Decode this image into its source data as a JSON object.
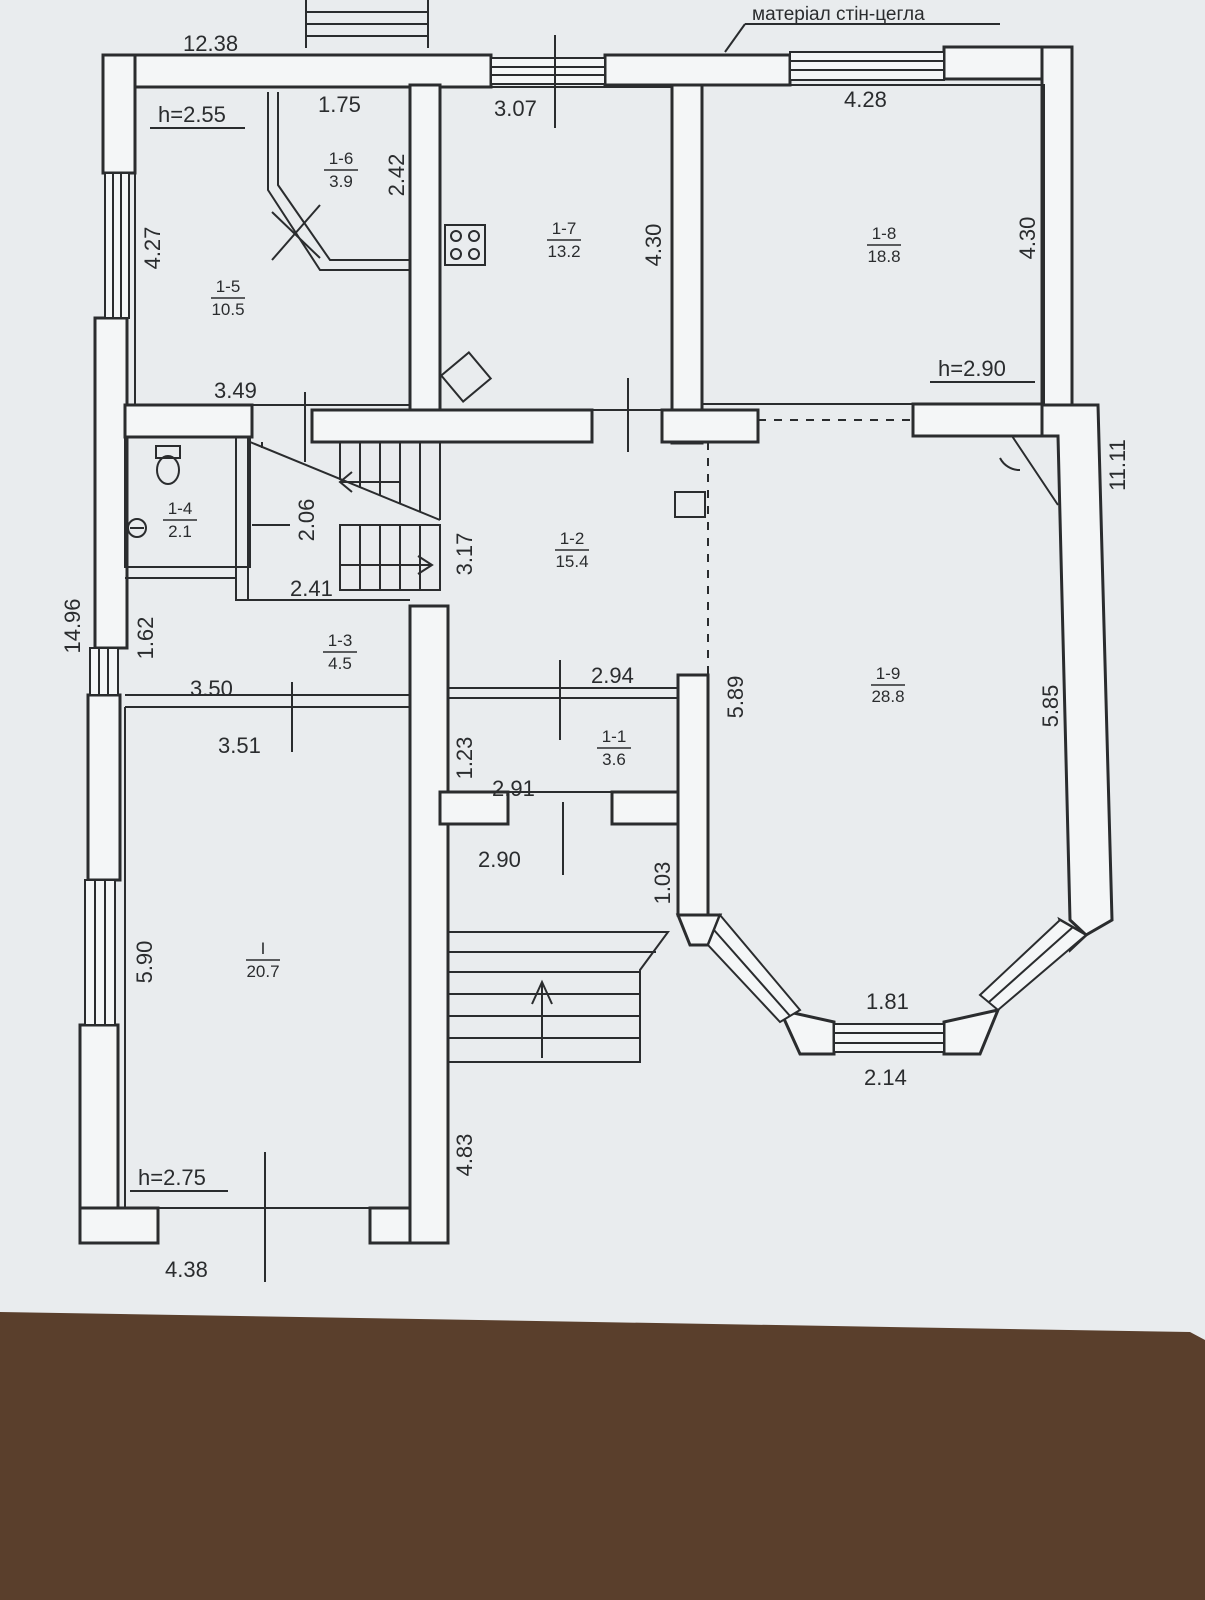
{
  "note": "матеріал стін-цегла",
  "heights": {
    "left": "h=2.55",
    "right": "h=2.90",
    "garage": "h=2.75"
  },
  "rooms": {
    "r1_1": {
      "id": "1-1",
      "area": "3.6"
    },
    "r1_2": {
      "id": "1-2",
      "area": "15.4"
    },
    "r1_3": {
      "id": "1-3",
      "area": "4.5"
    },
    "r1_4": {
      "id": "1-4",
      "area": "2.1"
    },
    "r1_5": {
      "id": "1-5",
      "area": "10.5"
    },
    "r1_6": {
      "id": "1-6",
      "area": "3.9"
    },
    "r1_7": {
      "id": "1-7",
      "area": "13.2"
    },
    "r1_8": {
      "id": "1-8",
      "area": "18.8"
    },
    "r1_9": {
      "id": "1-9",
      "area": "28.8"
    },
    "garage": {
      "id": "I",
      "area": "20.7"
    }
  },
  "dims": {
    "d_12_38": "12.38",
    "d_1_75": "1.75",
    "d_3_07": "3.07",
    "d_4_28": "4.28",
    "d_4_27": "4.27",
    "d_2_42": "2.42",
    "d_4_30_k": "4.30",
    "d_4_30_r": "4.30",
    "d_3_49": "3.49",
    "d_11_11": "11.11",
    "d_2_06": "2.06",
    "d_3_17": "3.17",
    "d_2_41": "2.41",
    "d_14_96": "14.96",
    "d_1_62": "1.62",
    "d_3_50": "3.50",
    "d_2_94": "2.94",
    "d_5_89": "5.89",
    "d_5_85": "5.85",
    "d_3_51": "3.51",
    "d_1_23": "1.23",
    "d_2_91": "2.91",
    "d_2_90": "2.90",
    "d_1_03": "1.03",
    "d_5_90": "5.90",
    "d_1_81": "1.81",
    "d_2_14": "2.14",
    "d_4_83": "4.83",
    "d_4_38": "4.38"
  },
  "colors": {
    "paper": "#e9ecee",
    "ink": "#2a2c2e",
    "wood": "#5a3f2c"
  }
}
